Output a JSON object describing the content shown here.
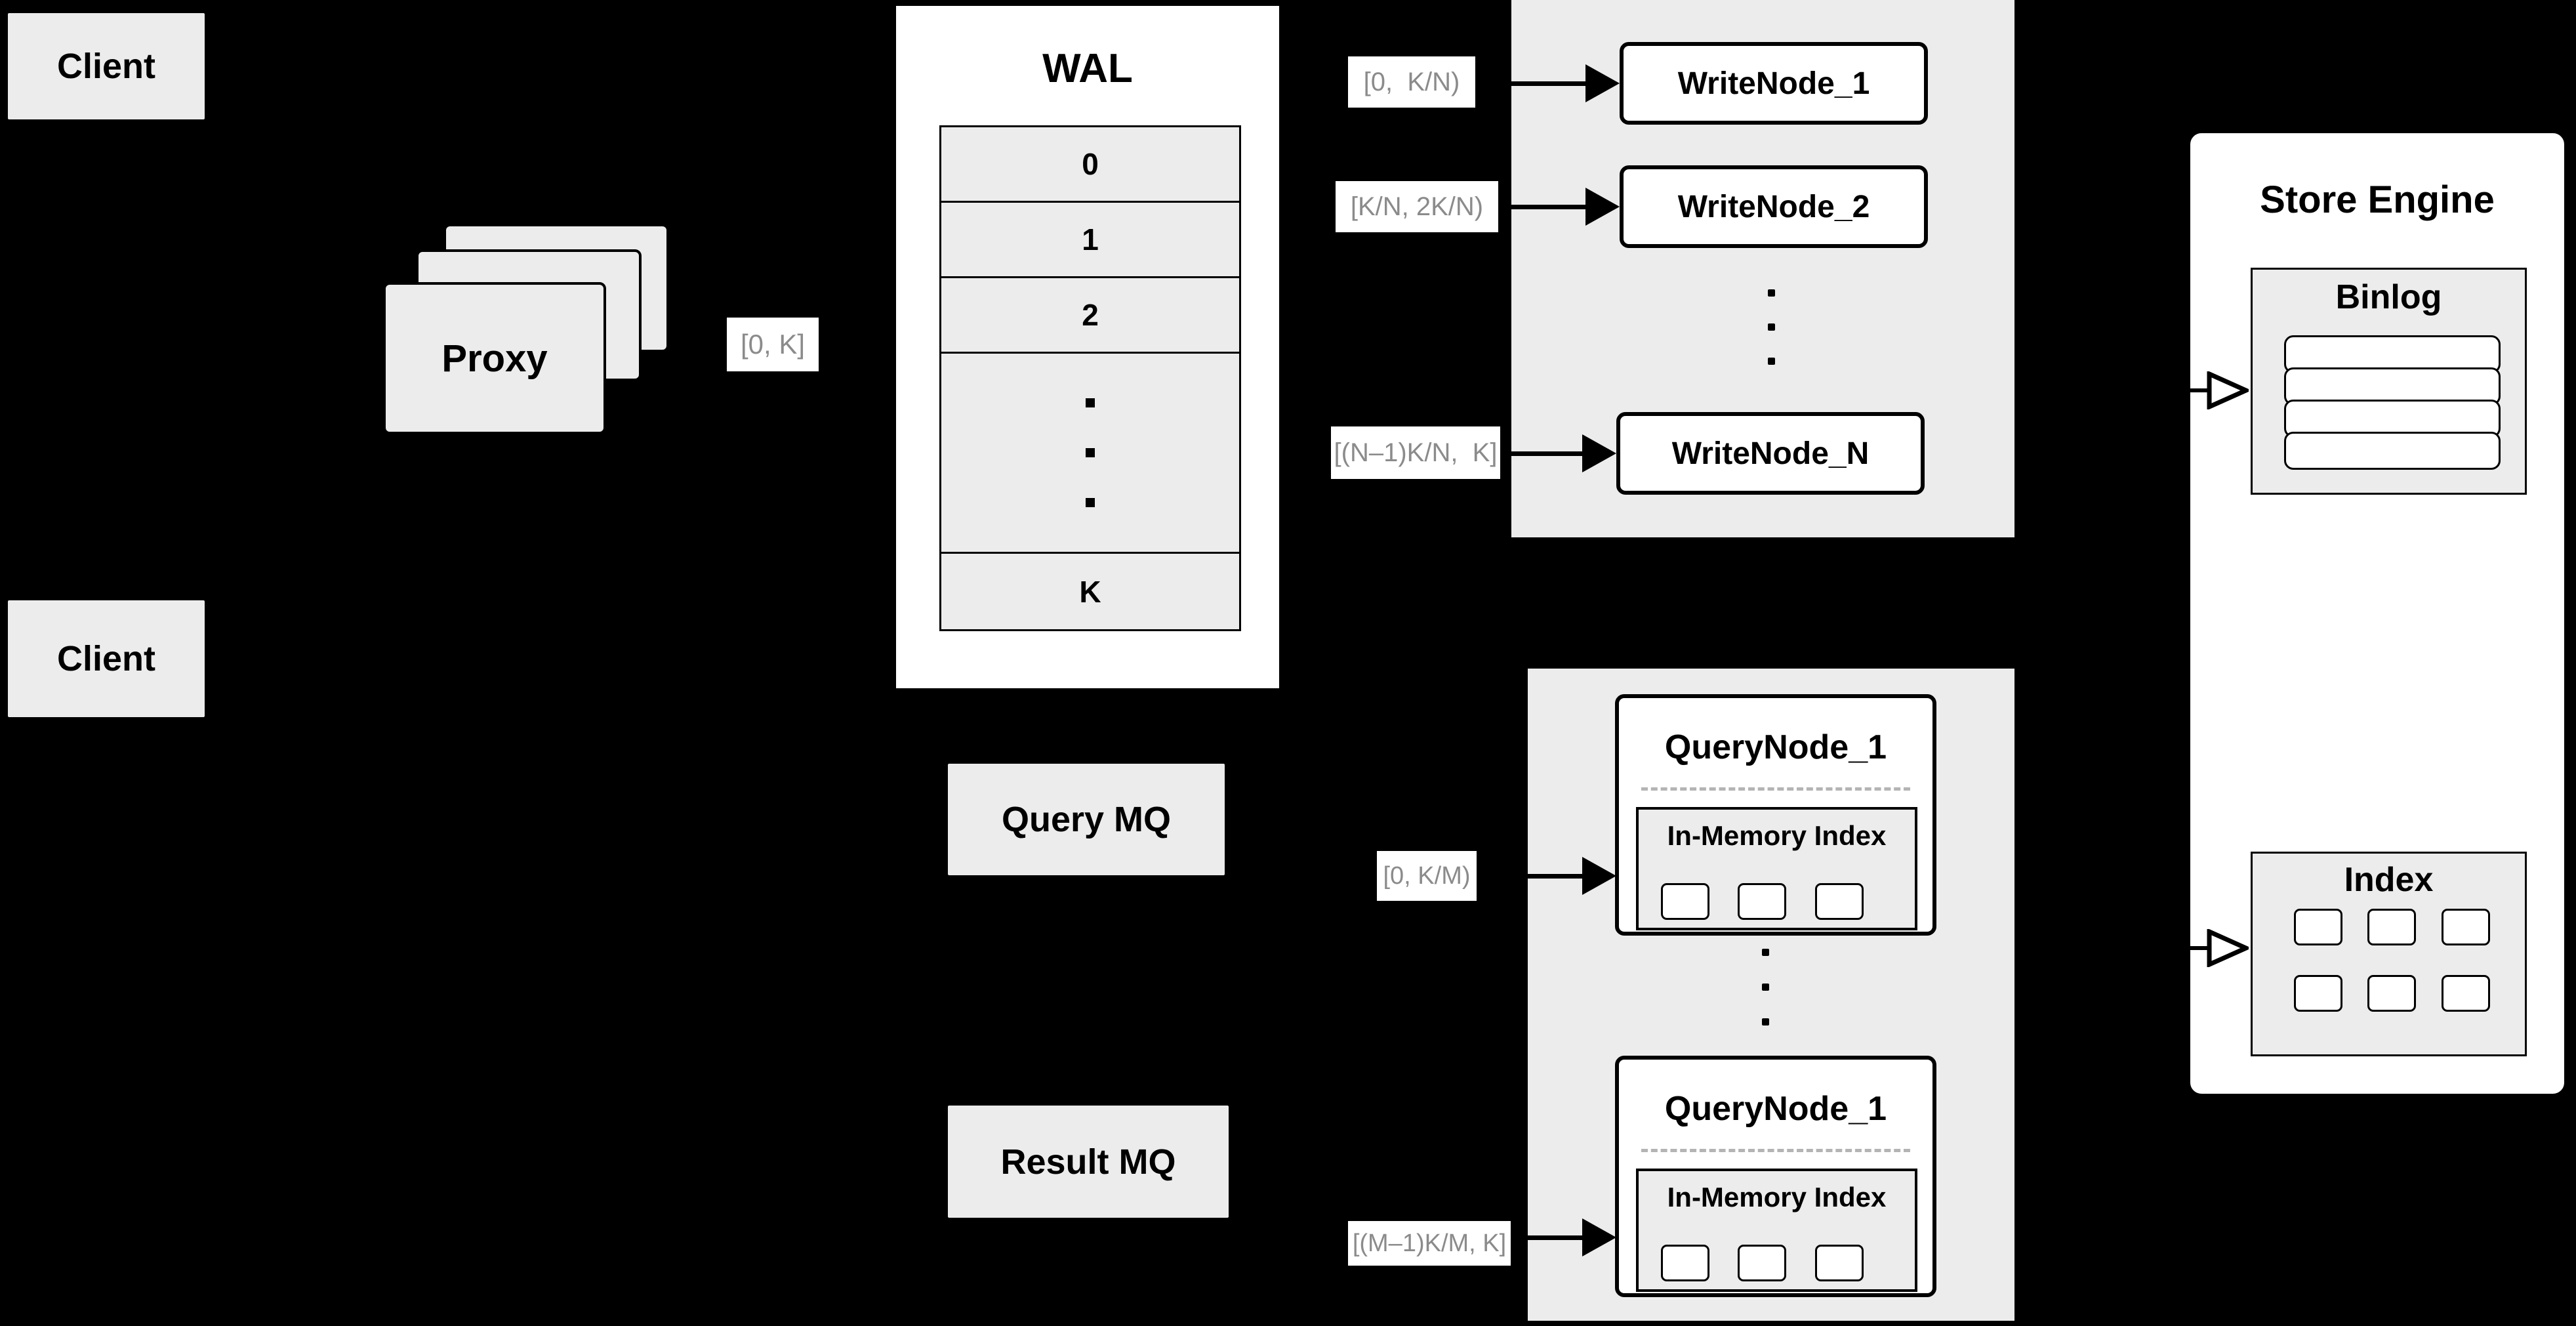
{
  "colors": {
    "background": "#000000",
    "panel_gray": "#ececec",
    "node_white": "#ffffff",
    "line_black": "#000000",
    "range_label_text": "#8b8b8b",
    "dashed_divider": "#b4b4b4"
  },
  "clients": {
    "top": "Client",
    "bottom": "Client"
  },
  "proxy": {
    "label": "Proxy",
    "out_range": "[0, K]"
  },
  "wal": {
    "title": "WAL",
    "rows": [
      "0",
      "1",
      "2"
    ],
    "last_row": "K"
  },
  "write_section": {
    "nodes": [
      {
        "label": "WriteNode_1",
        "range": "[0,  K/N)"
      },
      {
        "label": "WriteNode_2",
        "range": "[K/N, 2K/N)"
      },
      {
        "label": "WriteNode_N",
        "range": "[(N–1)K/N,  K]"
      }
    ]
  },
  "mq": {
    "query": "Query MQ",
    "result": "Result MQ"
  },
  "query_section": {
    "nodes": [
      {
        "title": "QueryNode_1",
        "index_label": "In-Memory Index",
        "range": "[0, K/M)"
      },
      {
        "title": "QueryNode_1",
        "index_label": "In-Memory Index",
        "range": "[(M–1)K/M, K]"
      }
    ]
  },
  "store_engine": {
    "title": "Store Engine",
    "binlog_title": "Binlog",
    "index_title": "Index"
  }
}
